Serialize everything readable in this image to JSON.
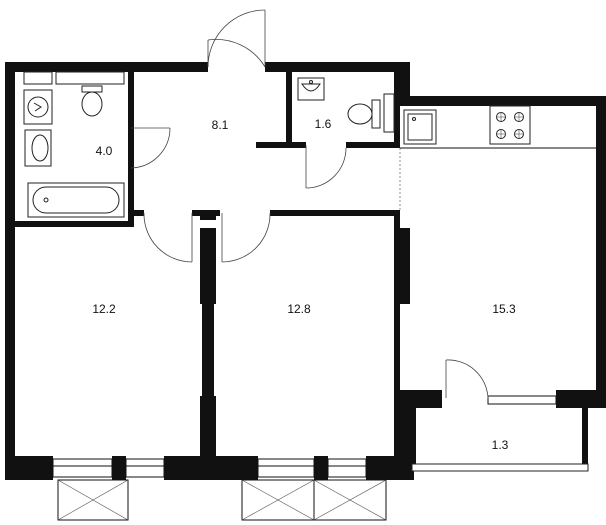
{
  "rooms": {
    "bathroom": "4.0",
    "hallway": "8.1",
    "toilet": "1.6",
    "bedroom_left": "12.2",
    "bedroom_middle": "12.8",
    "living_kitchen": "15.3",
    "balcony": "1.3"
  },
  "icons": {
    "washer": "washing-machine-icon",
    "toilet": "toilet-icon",
    "sink": "sink-icon",
    "bathtub": "bathtub-icon",
    "stove": "stove-icon",
    "kitchen_sink": "kitchen-sink-icon"
  },
  "colors": {
    "wall": "#111111",
    "background": "#ffffff"
  }
}
